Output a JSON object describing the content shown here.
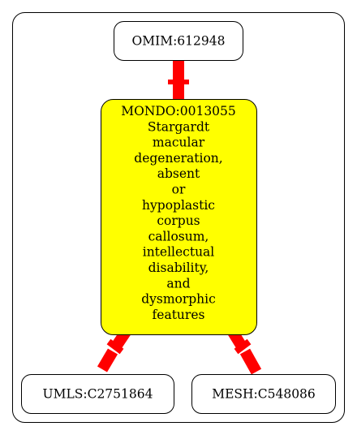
{
  "colors": {
    "background": "#ffffff",
    "node_border": "#000000",
    "focus_node_fill": "#ffff00",
    "plain_node_fill": "#ffffff",
    "edge": "#ff0000"
  },
  "graph": {
    "nodes": {
      "omim": {
        "label": "OMIM:612948"
      },
      "mondo": {
        "lines": [
          "MONDO:0013055",
          "Stargardt",
          "macular",
          "degeneration,",
          "absent",
          "or",
          "hypoplastic",
          "corpus",
          "callosum,",
          "intellectual",
          "disability,",
          "and",
          "dysmorphic",
          "features"
        ]
      },
      "umls": {
        "label": "UMLS:C2751864"
      },
      "mesh": {
        "label": "MESH:C548086"
      }
    },
    "edges": [
      {
        "from": "omim",
        "to": "mondo"
      },
      {
        "from": "mondo",
        "to": "umls"
      },
      {
        "from": "mondo",
        "to": "mesh"
      }
    ]
  }
}
